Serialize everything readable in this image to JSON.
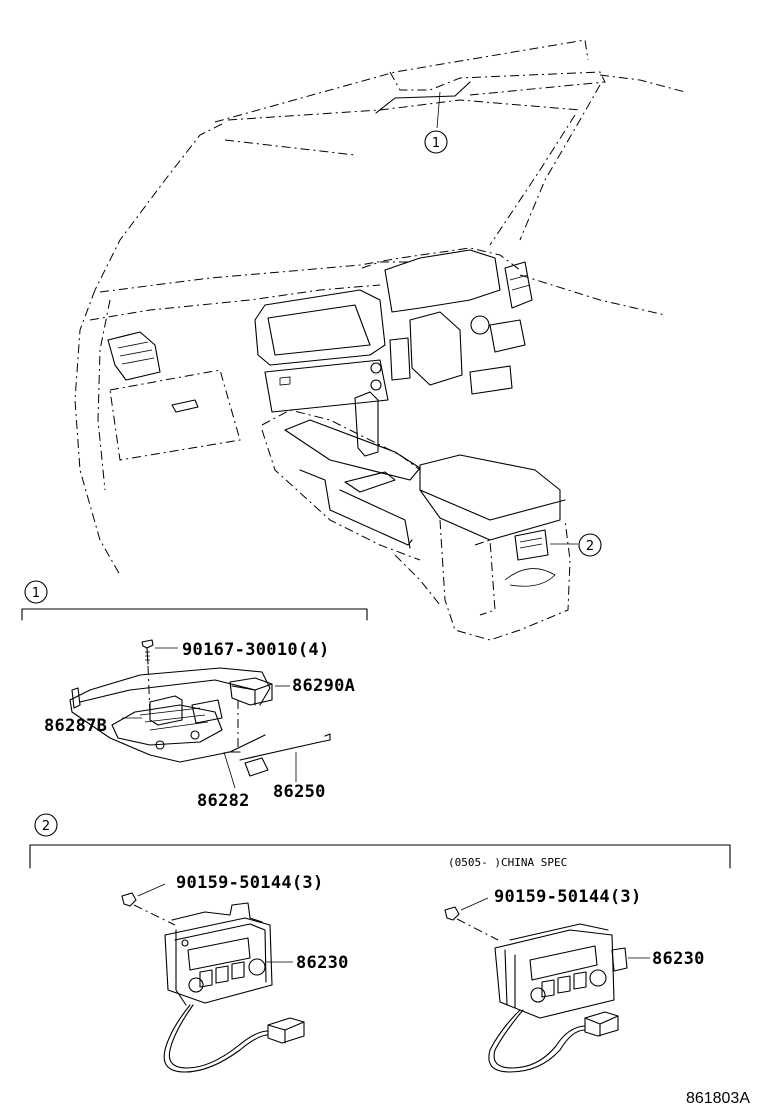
{
  "callouts": {
    "c1": "1",
    "c2": "2"
  },
  "section1": {
    "screw": "90167-30010(4)",
    "part_a": "86290A",
    "part_b": "86287B",
    "part_c": "86282",
    "part_d": "86250"
  },
  "section2": {
    "note": "(0505-    )CHINA SPEC",
    "left_screw": "90159-50144(3)",
    "left_unit": "86230",
    "right_screw": "90159-50144(3)",
    "right_unit": "86230"
  },
  "diagram_id": "861803A"
}
